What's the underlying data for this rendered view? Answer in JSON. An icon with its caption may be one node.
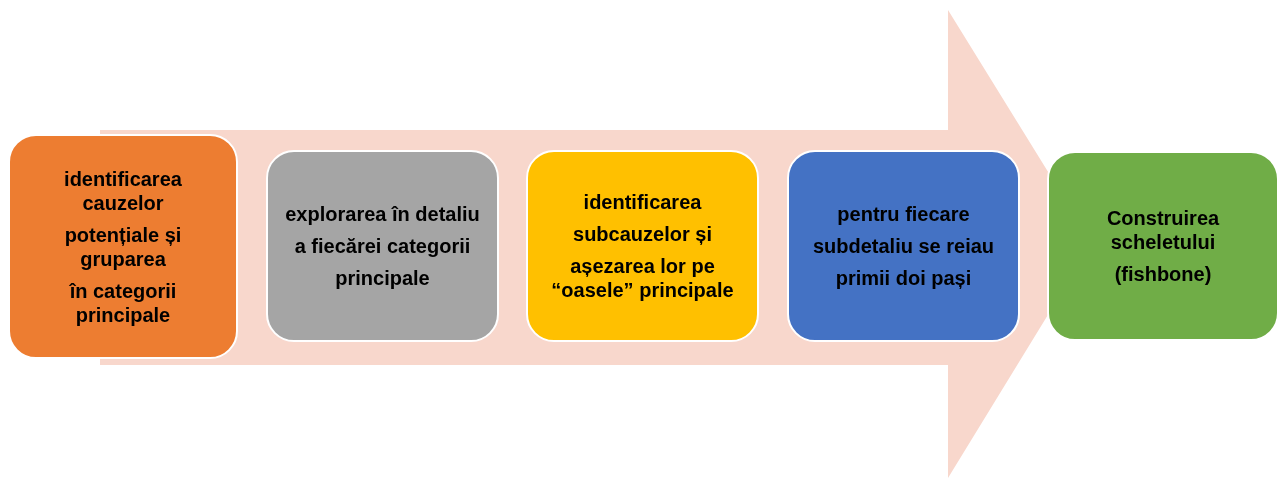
{
  "diagram": {
    "nodes": [
      {
        "text": [
          "identificarea cauzelor",
          "potențiale și gruparea",
          "în categorii principale"
        ]
      },
      {
        "text": [
          "explorarea în detaliu",
          "a fiecărei categorii",
          "principale"
        ]
      },
      {
        "text": [
          "identificarea",
          "subcauzelor și",
          "așezarea lor pe “oasele” principale"
        ]
      },
      {
        "text": [
          "pentru fiecare",
          "subdetaliu se reiau",
          "primii doi pași"
        ]
      },
      {
        "text": [
          "Construirea scheletului",
          "(fishbone)"
        ]
      }
    ]
  }
}
